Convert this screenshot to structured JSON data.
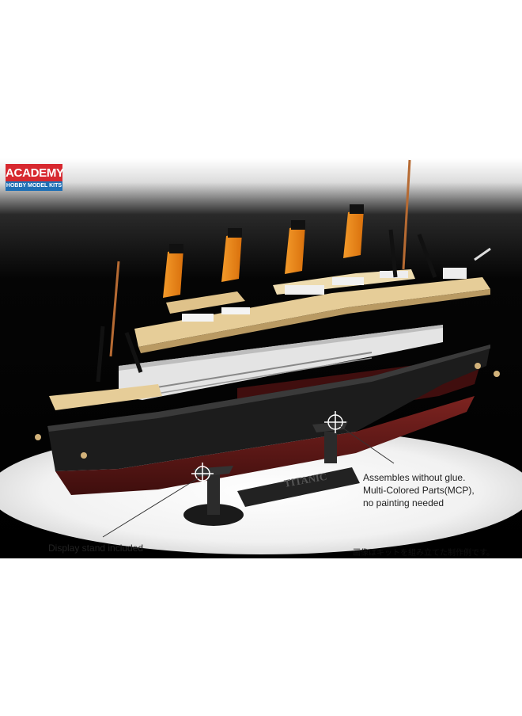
{
  "logo": {
    "brand": "ACADEMY",
    "subtitle": "HOBBY MODEL KITS"
  },
  "callouts": {
    "glue_line1": "Assembles without glue.",
    "glue_line2": "Multi-Colored Parts(MCP),",
    "glue_line3": "no painting needed",
    "stand": "Display stand included"
  },
  "stand_plate_text": "TITANIC",
  "japanese_note": "画像はキットを組み立てた制作例です。",
  "colors": {
    "background_dark": "#0a0a0a",
    "hull_black": "#1e1e1e",
    "hull_red": "#6b1a18",
    "deck_tan": "#e6cd98",
    "funnel_orange": "#f08a1c",
    "logo_red": "#d7282f",
    "logo_blue": "#1f6fb5"
  }
}
